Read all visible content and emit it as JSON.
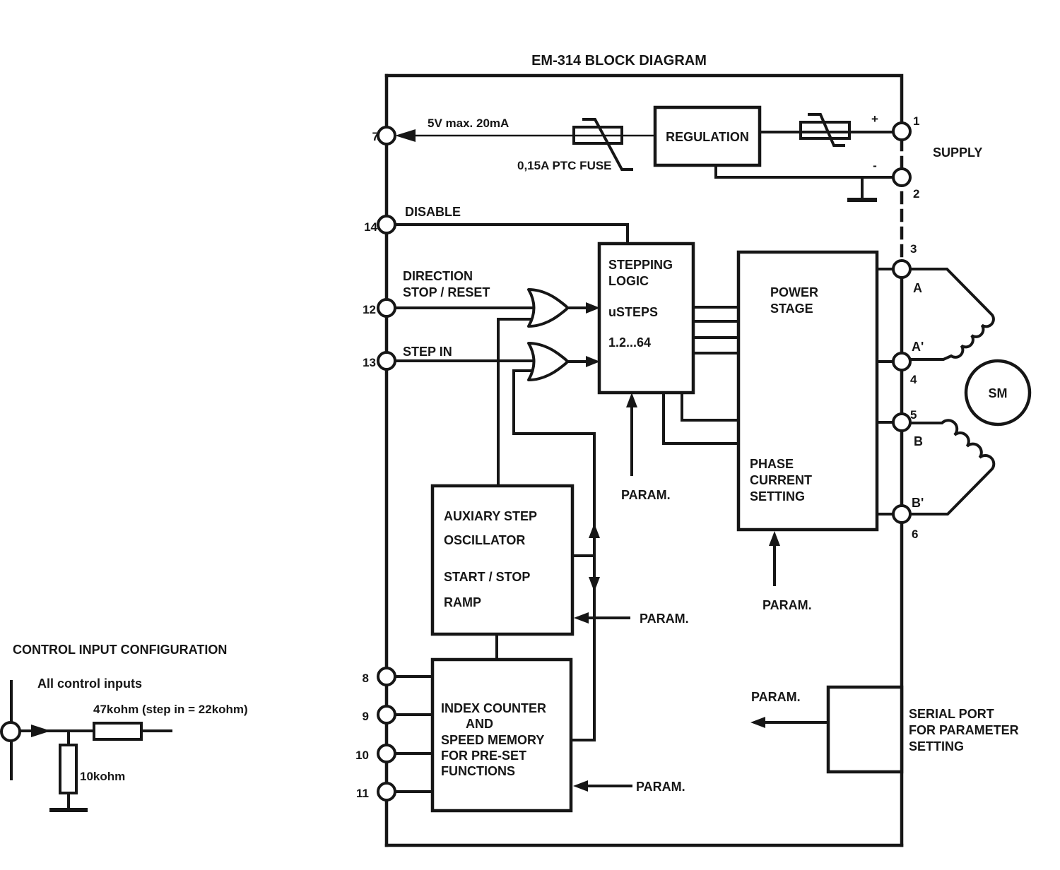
{
  "colors": {
    "ink": "#161616",
    "paper": "#ffffff"
  },
  "title": "EM-314 BLOCK DIAGRAM",
  "supply": {
    "output_label": "5V max. 20mA",
    "fuse_label": "0,15A PTC FUSE",
    "regulation": "REGULATION",
    "plus": "+",
    "minus": "-",
    "label": "SUPPLY"
  },
  "inputs": {
    "disable": "DISABLE",
    "direction_line1": "DIRECTION",
    "direction_line2": "STOP / RESET",
    "step_in": "STEP IN"
  },
  "stepping_logic": {
    "line1": "STEPPING",
    "line2": "LOGIC",
    "line3": "uSTEPS",
    "line4": "1.2...64",
    "param": "PARAM."
  },
  "power_stage": {
    "line1": "POWER",
    "line2": "STAGE",
    "line3": "PHASE",
    "line4": "CURRENT",
    "line5": "SETTING",
    "param": "PARAM."
  },
  "oscillator": {
    "line1": "AUXIARY STEP",
    "line2": "OSCILLATOR",
    "line3": "START / STOP",
    "line4": "RAMP",
    "param": "PARAM."
  },
  "index_counter": {
    "line1": "INDEX COUNTER",
    "line2": "AND",
    "line3": "SPEED MEMORY",
    "line4": "FOR PRE-SET",
    "line5": "FUNCTIONS",
    "param": "PARAM."
  },
  "serial_port": {
    "line1": "SERIAL PORT",
    "line2": "FOR PARAMETER",
    "line3": "SETTING",
    "param": "PARAM."
  },
  "motor": {
    "label": "SM",
    "phase_a": "A",
    "phase_a_ret": "A'",
    "phase_b": "B",
    "phase_b_ret": "B'"
  },
  "pins": {
    "p1": "1",
    "p2": "2",
    "p3": "3",
    "p4": "4",
    "p5": "5",
    "p6": "6",
    "p7": "7",
    "p8": "8",
    "p9": "9",
    "p10": "10",
    "p11": "11",
    "p12": "12",
    "p13": "13",
    "p14": "14"
  },
  "control_config": {
    "title": "CONTROL INPUT CONFIGURATION",
    "subtitle": "All control inputs",
    "series_resistor": "47kohm (step in = 22kohm)",
    "shunt_resistor": "10kohm"
  }
}
